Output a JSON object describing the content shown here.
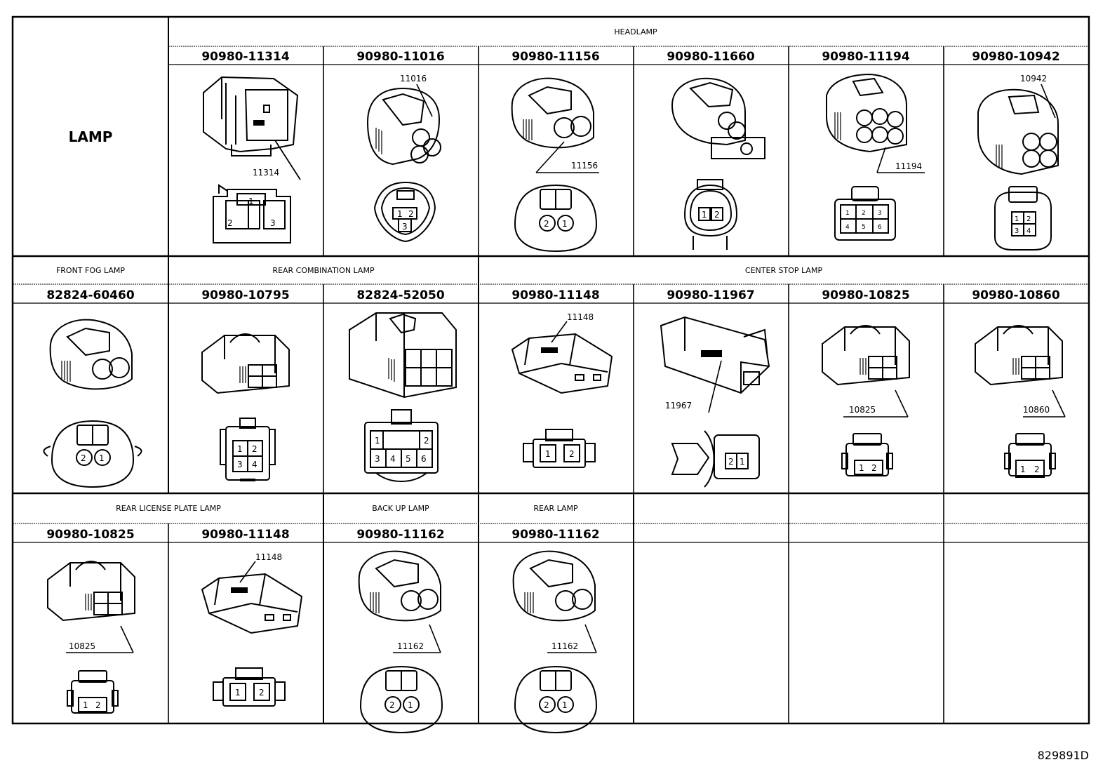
{
  "row_label": "LAMP",
  "figure_id": "829891D",
  "groups": {
    "headlamp": "HEADLAMP",
    "front_fog": "FRONT FOG LAMP",
    "rear_combination": "REAR COMBINATION LAMP",
    "center_stop": "CENTER STOP LAMP",
    "rear_license": "REAR LICENSE PLATE LAMP",
    "back_up": "BACK UP LAMP",
    "rear_lamp": "REAR LAMP"
  },
  "cells": [
    {
      "part": "90980-11314",
      "tag": "11314",
      "pins": [
        "1",
        "2",
        "3"
      ],
      "icon": "connector-3pin-square"
    },
    {
      "part": "90980-11016",
      "tag": "11016",
      "pins": [
        "1",
        "2",
        "3"
      ],
      "icon": "connector-3pin-triangular"
    },
    {
      "part": "90980-11156",
      "tag": "11156",
      "pins": [
        "2",
        "1"
      ],
      "icon": "connector-2pin-round"
    },
    {
      "part": "90980-11660",
      "tag": "",
      "pins": [
        "1",
        "2"
      ],
      "icon": "connector-2pin-oval"
    },
    {
      "part": "90980-11194",
      "tag": "11194",
      "pins": [
        "1",
        "2",
        "3",
        "4",
        "5",
        "6"
      ],
      "icon": "connector-6pin"
    },
    {
      "part": "90980-10942",
      "tag": "10942",
      "pins": [
        "1",
        "2",
        "3",
        "4"
      ],
      "icon": "connector-4pin"
    },
    {
      "part": "82824-60460",
      "tag": "",
      "pins": [
        "2",
        "1"
      ],
      "icon": "connector-2pin-fog"
    },
    {
      "part": "90980-10795",
      "tag": "",
      "pins": [
        "1",
        "2",
        "3",
        "4"
      ],
      "icon": "connector-4pin-grid"
    },
    {
      "part": "82824-52050",
      "tag": "",
      "pins": [
        "1",
        "2",
        "3",
        "4",
        "5",
        "6"
      ],
      "icon": "connector-6pin-wide"
    },
    {
      "part": "90980-11148",
      "tag": "11148",
      "pins": [
        "1",
        "2"
      ],
      "icon": "connector-2pin-flat"
    },
    {
      "part": "90980-11967",
      "tag": "11967",
      "pins": [
        "2",
        "1"
      ],
      "icon": "connector-2pin-latch"
    },
    {
      "part": "90980-10825",
      "tag": "10825",
      "pins": [
        "1",
        "2"
      ],
      "icon": "connector-2pin-box"
    },
    {
      "part": "90980-10860",
      "tag": "10860",
      "pins": [
        "1",
        "2"
      ],
      "icon": "connector-2pin-box"
    },
    {
      "part": "90980-10825",
      "tag": "10825",
      "pins": [
        "1",
        "2"
      ],
      "icon": "connector-2pin-box"
    },
    {
      "part": "90980-11148",
      "tag": "11148",
      "pins": [
        "1",
        "2"
      ],
      "icon": "connector-2pin-flat"
    },
    {
      "part": "90980-11162",
      "tag": "11162",
      "pins": [
        "2",
        "1"
      ],
      "icon": "connector-2pin-round"
    },
    {
      "part": "90980-11162",
      "tag": "11162",
      "pins": [
        "2",
        "1"
      ],
      "icon": "connector-2pin-round"
    }
  ]
}
